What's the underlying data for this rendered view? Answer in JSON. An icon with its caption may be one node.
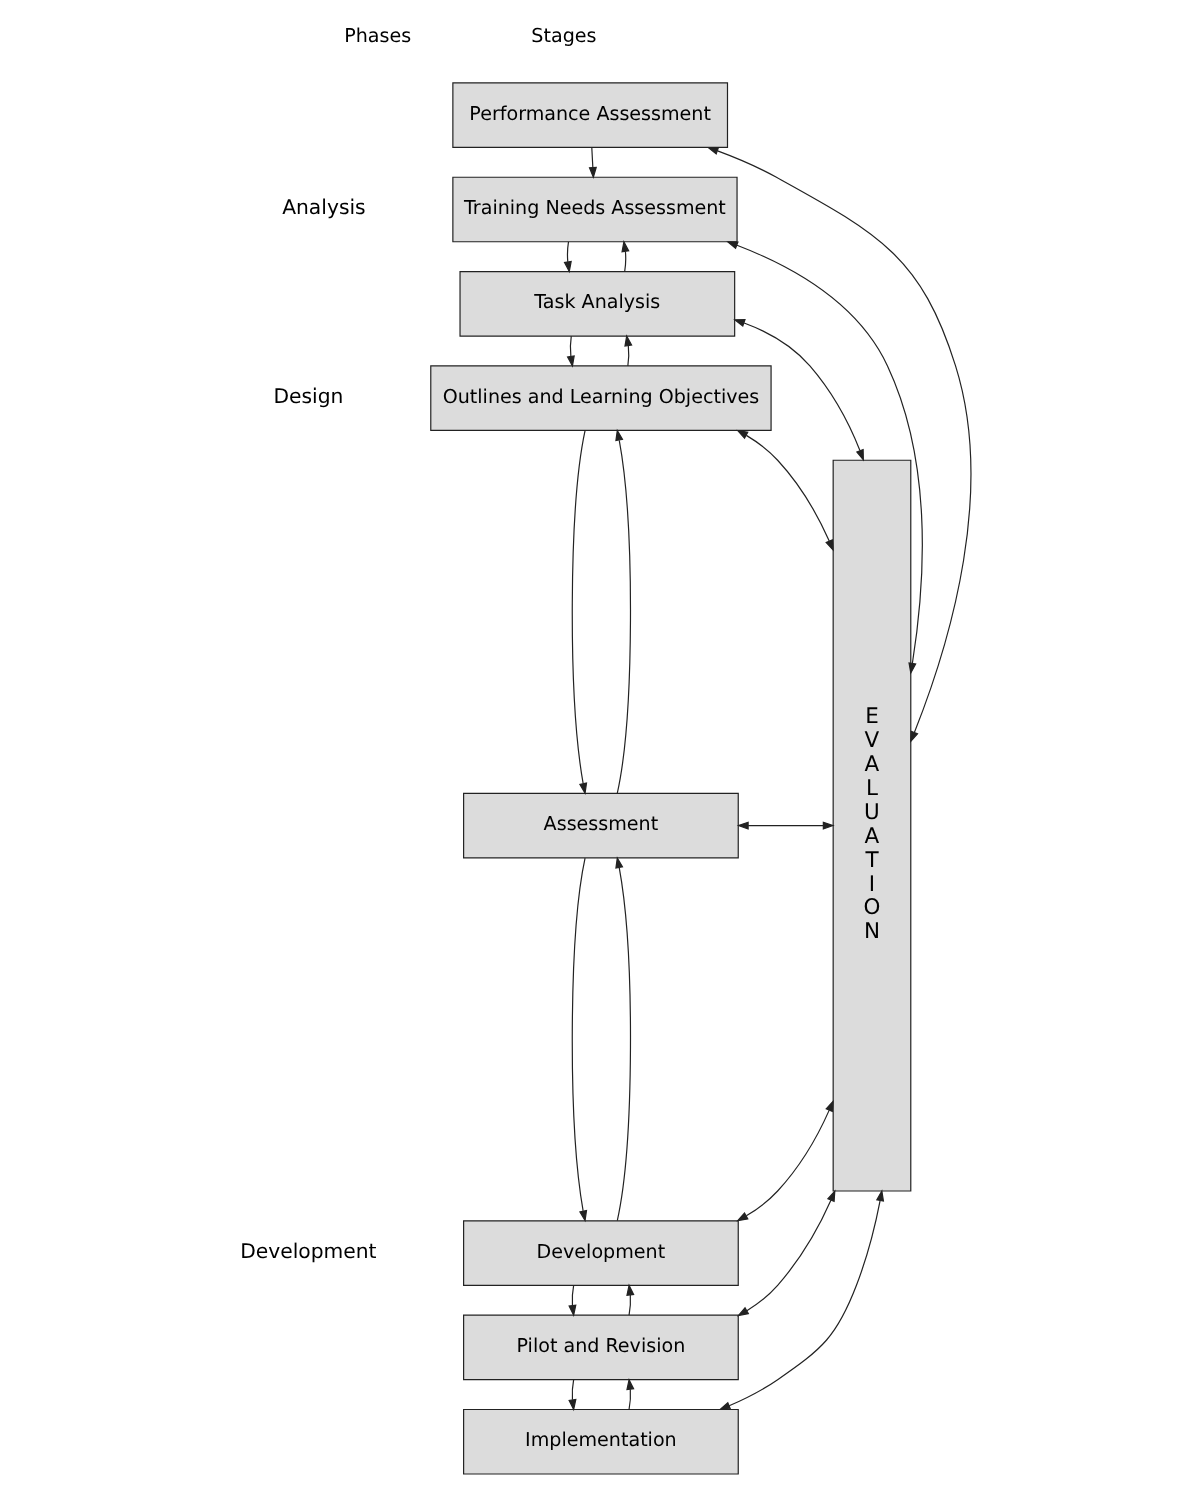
{
  "diagram": {
    "nodes": [
      {
        "text": [
          "Performance Assessment"
        ]
      },
      {
        "text": [
          "Training Needs Assessment"
        ]
      },
      {
        "text": [
          "Task Analysis"
        ]
      },
      {
        "text": [
          "Outlines and Learning Objectives"
        ]
      },
      {
        "text": [
          "Assessment"
        ]
      },
      {
        "text": [
          "Development"
        ]
      },
      {
        "text": [
          "Pilot and Revision"
        ]
      },
      {
        "text": [
          "Implementation"
        ]
      },
      {
        "text": [
          "EVALUATION"
        ]
      }
    ],
    "edges": [
      {
        "from": 0,
        "to": 1,
        "arrow": "to"
      },
      {
        "from": 1,
        "to": 2,
        "arrow": "to"
      },
      {
        "from": 2,
        "to": 1,
        "arrow": "to"
      },
      {
        "from": 2,
        "to": 3,
        "arrow": "to"
      },
      {
        "from": 3,
        "to": 2,
        "arrow": "to"
      },
      {
        "from": 3,
        "to": 4,
        "arrow": "to"
      },
      {
        "from": 4,
        "to": 3,
        "arrow": "to"
      },
      {
        "from": 4,
        "to": 5,
        "arrow": "to"
      },
      {
        "from": 5,
        "to": 4,
        "arrow": "to"
      },
      {
        "from": 5,
        "to": 6,
        "arrow": "to"
      },
      {
        "from": 6,
        "to": 5,
        "arrow": "to"
      },
      {
        "from": 6,
        "to": 7,
        "arrow": "to"
      },
      {
        "from": 7,
        "to": 6,
        "arrow": "to"
      },
      {
        "from": 0,
        "to": 8,
        "arrow": "both"
      },
      {
        "from": 1,
        "to": 8,
        "arrow": "both"
      },
      {
        "from": 2,
        "to": 8,
        "arrow": "both"
      },
      {
        "from": 3,
        "to": 8,
        "arrow": "both"
      },
      {
        "from": 4,
        "to": 8,
        "arrow": "both"
      },
      {
        "from": 5,
        "to": 8,
        "arrow": "both"
      },
      {
        "from": 6,
        "to": 8,
        "arrow": "both"
      },
      {
        "from": 7,
        "to": 8,
        "arrow": "both"
      }
    ],
    "labels": [
      "Phases",
      "Stages",
      "Analysis",
      "Design",
      "Development"
    ]
  }
}
